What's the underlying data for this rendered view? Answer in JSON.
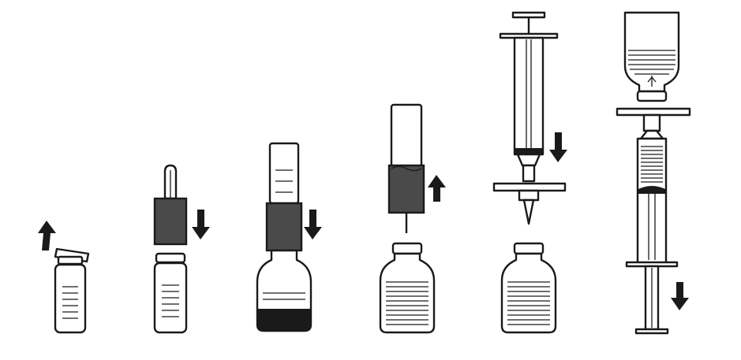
{
  "figure": {
    "steps": [
      {
        "id": 1,
        "action": "remove-cap",
        "arrow": "up"
      },
      {
        "id": 2,
        "action": "attach-transfer-device-to-vial",
        "arrow": "down"
      },
      {
        "id": 3,
        "action": "attach-syringe-assembly-to-diluent-bottle",
        "arrow": "down"
      },
      {
        "id": 4,
        "action": "lift-syringe-from-bottle",
        "arrow": "up"
      },
      {
        "id": 5,
        "action": "inject-through-adapter",
        "arrow": "down"
      },
      {
        "id": 6,
        "action": "draw-from-bag-into-syringe",
        "arrow": "down"
      }
    ]
  },
  "colors": {
    "ink": "#1a1a1a",
    "fill_dark": "#4a4a4a",
    "background": "#ffffff"
  }
}
